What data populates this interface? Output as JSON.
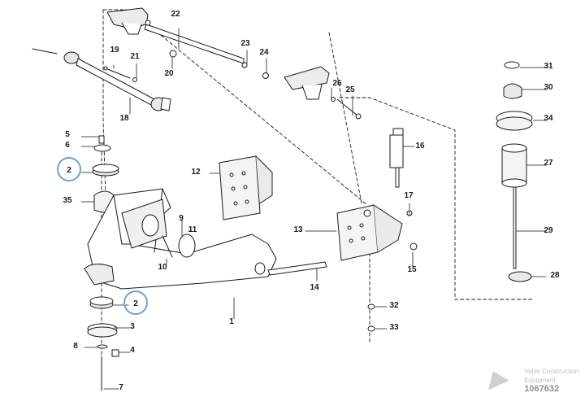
{
  "diagram": {
    "callouts": [
      {
        "label": "1",
        "highlighted": false
      },
      {
        "label": "2",
        "highlighted": true
      },
      {
        "label": "2",
        "highlighted": true
      },
      {
        "label": "3",
        "highlighted": false
      },
      {
        "label": "4",
        "highlighted": false
      },
      {
        "label": "5",
        "highlighted": false
      },
      {
        "label": "6",
        "highlighted": false
      },
      {
        "label": "7",
        "highlighted": false
      },
      {
        "label": "8",
        "highlighted": false
      },
      {
        "label": "9",
        "highlighted": false
      },
      {
        "label": "10",
        "highlighted": false
      },
      {
        "label": "11",
        "highlighted": false
      },
      {
        "label": "12",
        "highlighted": false
      },
      {
        "label": "13",
        "highlighted": false
      },
      {
        "label": "14",
        "highlighted": false
      },
      {
        "label": "15",
        "highlighted": false
      },
      {
        "label": "16",
        "highlighted": false
      },
      {
        "label": "17",
        "highlighted": false
      },
      {
        "label": "18",
        "highlighted": false
      },
      {
        "label": "19",
        "highlighted": false
      },
      {
        "label": "20",
        "highlighted": false
      },
      {
        "label": "21",
        "highlighted": false
      },
      {
        "label": "22",
        "highlighted": false
      },
      {
        "label": "23",
        "highlighted": false
      },
      {
        "label": "24",
        "highlighted": false
      },
      {
        "label": "25",
        "highlighted": false
      },
      {
        "label": "26",
        "highlighted": false
      },
      {
        "label": "27",
        "highlighted": false
      },
      {
        "label": "28",
        "highlighted": false
      },
      {
        "label": "29",
        "highlighted": false
      },
      {
        "label": "30",
        "highlighted": false
      },
      {
        "label": "31",
        "highlighted": false
      },
      {
        "label": "32",
        "highlighted": false
      },
      {
        "label": "33",
        "highlighted": false
      },
      {
        "label": "34",
        "highlighted": false
      },
      {
        "label": "35",
        "highlighted": false
      }
    ],
    "highlight_color": "#6fa3cc",
    "line_color": "#1a1a1a",
    "part_fill": "#ffffff",
    "shade_fill": "#e6e6e6"
  },
  "watermark": {
    "line1": "Volvo Construction",
    "line2": "Equipment",
    "line3": "1067632"
  }
}
